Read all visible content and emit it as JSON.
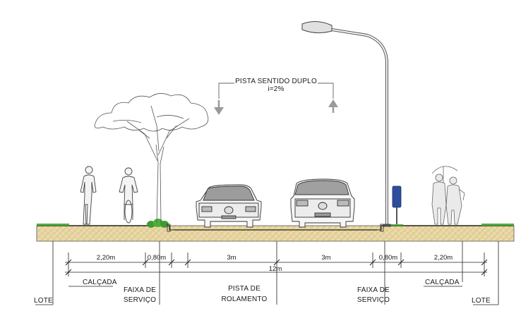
{
  "title": {
    "line1": "PISTA SENTIDO DUPLO",
    "line2": "i=2%"
  },
  "dimensions": {
    "sidewalk_left": "2,20m",
    "service_left": "0,80m",
    "lane_left": "3m",
    "lane_right": "3m",
    "service_right": "0,80m",
    "sidewalk_right": "2,20m",
    "total": "12m"
  },
  "labels": {
    "lote_left": "LOTE",
    "calcada_left": "CALÇADA",
    "faixa_left_1": "FAIXA DE",
    "faixa_left_2": "SERVIÇO",
    "pista_1": "PISTA DE",
    "pista_2": "ROLAMENTO",
    "faixa_right_1": "FAIXA DE",
    "faixa_right_2": "SERVIÇO",
    "calcada_right": "CALÇADA",
    "lote_right": "LOTE"
  },
  "icons": [
    "pedestrian-icon",
    "cyclist-icon",
    "tree-icon",
    "car-icon",
    "suv-icon",
    "street-lamp-icon",
    "trash-bin-icon",
    "people-with-umbrella-icon",
    "direction-arrow-down-icon",
    "direction-arrow-up-icon"
  ],
  "colors": {
    "soil": "#e8d7a6",
    "grass": "#4caf3c",
    "bin": "#2d4e9c",
    "line": "#222222"
  }
}
